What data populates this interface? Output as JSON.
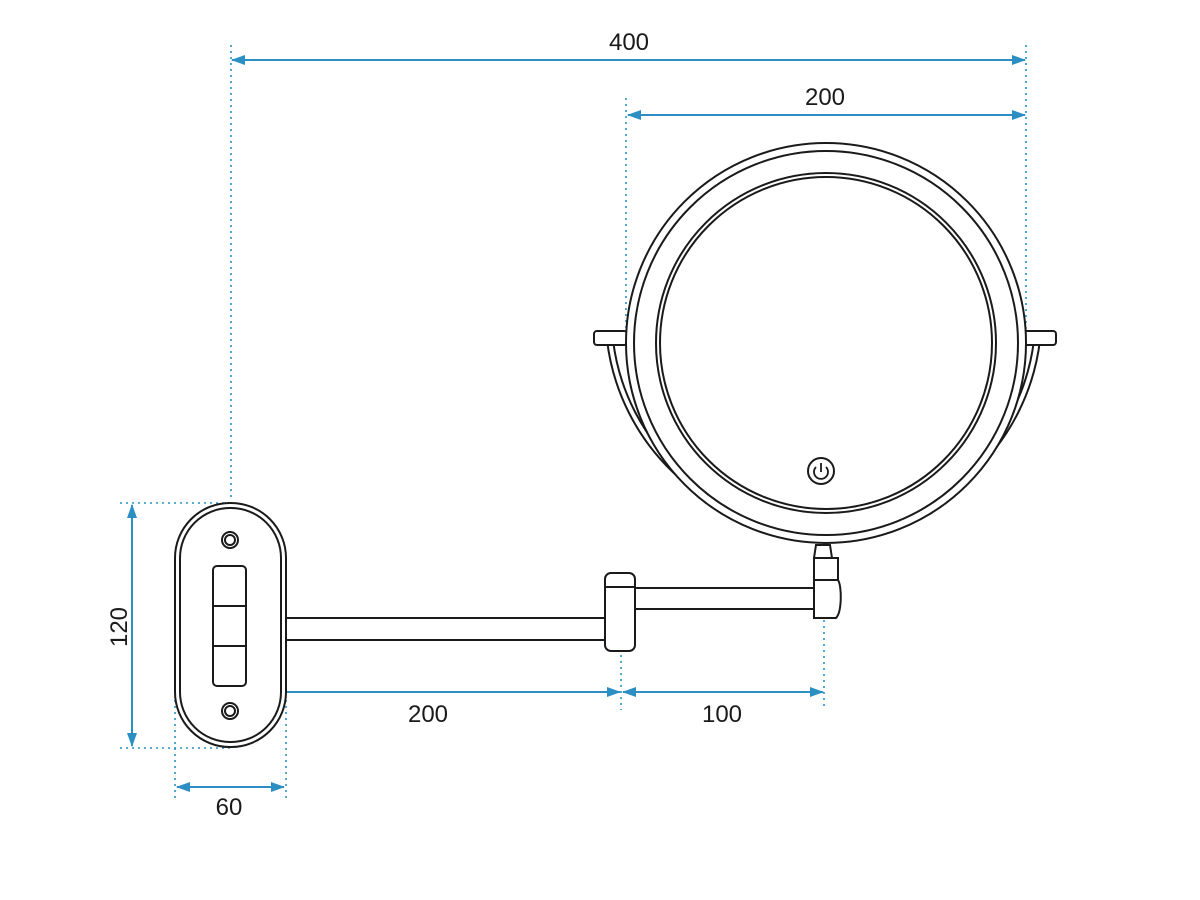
{
  "colors": {
    "dimension": "#2b8fc4",
    "outline": "#1a1a1a",
    "background": "#ffffff"
  },
  "dimensions": {
    "overall_width": "400",
    "mirror_diameter": "200",
    "arm_long": "200",
    "arm_short": "100",
    "plate_height": "120",
    "plate_width": "60"
  },
  "icons": {
    "power": "power-icon"
  }
}
